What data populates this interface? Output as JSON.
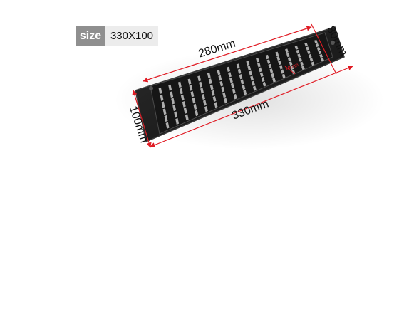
{
  "size_badge": {
    "tag": "size",
    "value": "330X100"
  },
  "dimensions": {
    "top_width": "280mm",
    "top_depth": "80mm",
    "bottom_width": "330mm",
    "left_height": "100mm",
    "slot_note": "10mm"
  },
  "colors": {
    "vent_body": "#1a1a1a",
    "vent_edge": "#3a3a3a",
    "slot": "#c9c9c9",
    "dimension_line": "#e01b24"
  }
}
